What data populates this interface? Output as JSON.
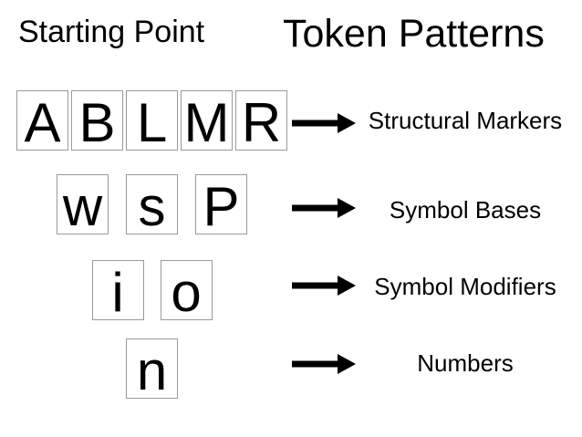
{
  "header": {
    "left_title": "Starting Point",
    "right_title": "Token Patterns"
  },
  "rows": [
    {
      "letters": [
        "A",
        "B",
        "L",
        "M",
        "R"
      ],
      "label": "Structural Markers"
    },
    {
      "letters": [
        "w",
        "s",
        "P"
      ],
      "label": "Symbol Bases"
    },
    {
      "letters": [
        "i",
        "o"
      ],
      "label": "Symbol Modifiers"
    },
    {
      "letters": [
        "n"
      ],
      "label": "Numbers"
    }
  ],
  "colors": {
    "background": "#ffffff",
    "text": "#000000",
    "box_border": "#999999",
    "arrow": "#000000"
  }
}
